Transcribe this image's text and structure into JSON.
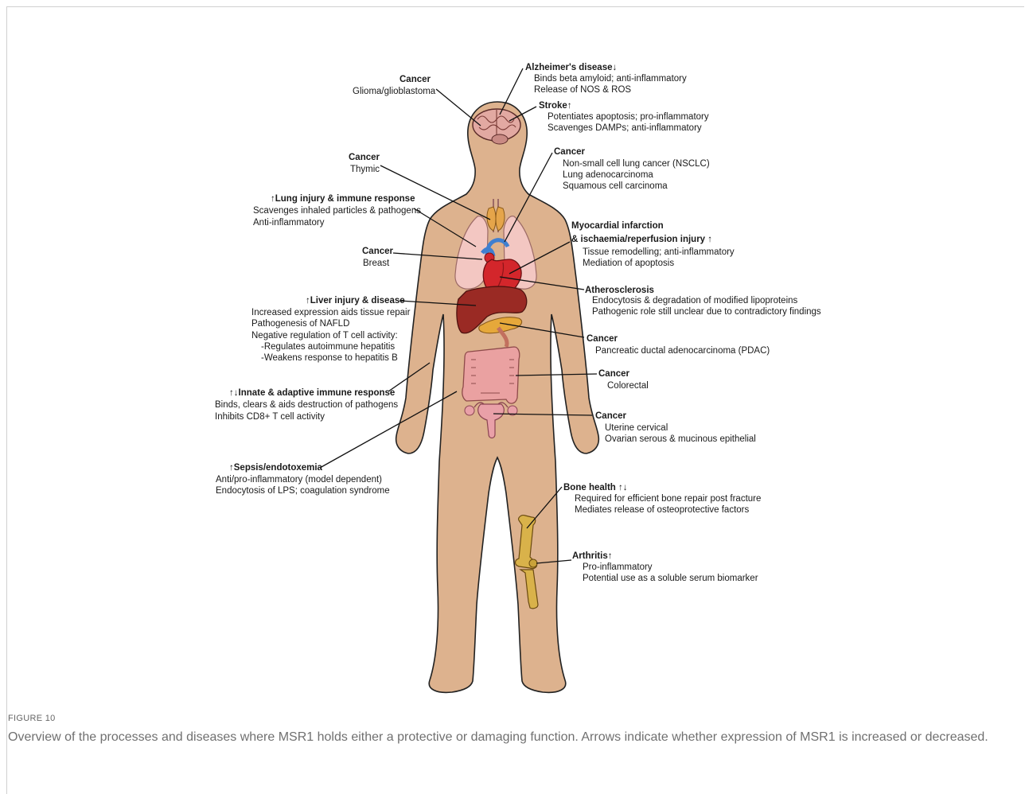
{
  "caption": {
    "label": "FIGURE 10",
    "text": "Overview of the processes and diseases where MSR1 holds either a protective or damaging function. Arrows indicate whether expression of MSR1 is increased or decreased."
  },
  "colors": {
    "skin": "#ddb28e",
    "skin_outline": "#222222",
    "lung": "#f3c7c2",
    "heart": "#d3262b",
    "liver": "#9a2a24",
    "pancreas": "#e6a83a",
    "intestine": "#eaa1a1",
    "bone": "#d9b24a",
    "thymus": "#e5a54a",
    "vessel_blue": "#3f7fd0"
  },
  "labels": {
    "brain_cancer": {
      "title": "Cancer",
      "lines": [
        "Glioma/glioblastoma"
      ]
    },
    "alzheimers": {
      "title": "Alzheimer's disease",
      "arrow": "↓",
      "lines": [
        "Binds beta amyloid; anti-inflammatory",
        "Release of NOS & ROS"
      ]
    },
    "stroke": {
      "title": "Stroke",
      "arrow": "↑",
      "lines": [
        "Potentiates apoptosis; pro-inflammatory",
        "Scavenges DAMPs; anti-inflammatory"
      ]
    },
    "thymic_cancer": {
      "title": "Cancer",
      "lines": [
        "Thymic"
      ]
    },
    "lung_cancer": {
      "title": "Cancer",
      "lines": [
        "Non-small cell lung cancer (NSCLC)",
        "Lung adenocarcinoma",
        "Squamous cell carcinoma"
      ]
    },
    "lung_injury": {
      "arrow": "↑",
      "title": "Lung injury & immune response",
      "lines": [
        "Scavenges inhaled particles & pathogens",
        "Anti-inflammatory"
      ]
    },
    "myocardial": {
      "title": "Myocardial infarction",
      "title2": "& ischaemia/reperfusion injury",
      "arrow": "↑",
      "lines": [
        "Tissue remodelling; anti-inflammatory",
        "Mediation of apoptosis"
      ]
    },
    "breast_cancer": {
      "title": "Cancer",
      "lines": [
        "Breast"
      ]
    },
    "atherosclerosis": {
      "title": "Atherosclerosis",
      "lines": [
        "Endocytosis & degradation of modified lipoproteins",
        "Pathogenic role still unclear due to contradictory findings"
      ]
    },
    "liver": {
      "arrow": "↑",
      "title": "Liver injury & disease",
      "lines": [
        "Increased expression aids tissue repair",
        "Pathogenesis of NAFLD",
        "Negative regulation of T cell activity:",
        "-Regulates autoimmune hepatitis",
        "-Weakens response to hepatitis B"
      ]
    },
    "pancreatic_cancer": {
      "title": "Cancer",
      "lines": [
        "Pancreatic ductal adenocarcinoma (PDAC)"
      ]
    },
    "colorectal_cancer": {
      "title": "Cancer",
      "lines": [
        "Colorectal"
      ]
    },
    "innate": {
      "arrow": "↑↓",
      "title": "Innate & adaptive immune response",
      "lines": [
        "Binds, clears & aids destruction of pathogens",
        "Inhibits CD8+ T cell activity"
      ]
    },
    "uterine_cancer": {
      "title": "Cancer",
      "lines": [
        "Uterine cervical",
        "Ovarian serous & mucinous epithelial"
      ]
    },
    "sepsis": {
      "arrow": "↑",
      "title": "Sepsis/endotoxemia",
      "lines": [
        "Anti/pro-inflammatory (model dependent)",
        "Endocytosis of LPS; coagulation syndrome"
      ]
    },
    "bone": {
      "title": "Bone health",
      "arrow": "↑↓",
      "lines": [
        "Required for efficient bone repair post fracture",
        "Mediates release of osteoprotective factors"
      ]
    },
    "arthritis": {
      "title": "Arthritis",
      "arrow": "↑",
      "lines": [
        "Pro-inflammatory",
        "Potential use as a soluble serum biomarker"
      ]
    }
  }
}
